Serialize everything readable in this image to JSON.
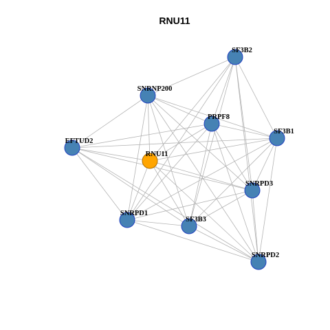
{
  "title": "RNU11",
  "colors": {
    "node_fill": "#4682B4",
    "node_stroke": "#1f3fbf",
    "focus_fill": "#FFA500",
    "focus_stroke": "#b07000",
    "edge": "#b3b3b3"
  },
  "nodes": [
    {
      "id": "SF3B2",
      "label": "SF3B2",
      "focus": false
    },
    {
      "id": "SNRNP200",
      "label": "SNRNP200",
      "focus": false
    },
    {
      "id": "PRPF8",
      "label": "PRPF8",
      "focus": false
    },
    {
      "id": "SF3B1",
      "label": "SF3B1",
      "focus": false
    },
    {
      "id": "EFTUD2",
      "label": "EFTUD2",
      "focus": false
    },
    {
      "id": "RNU11",
      "label": "RNU11",
      "focus": true
    },
    {
      "id": "SNRPD3",
      "label": "SNRPD3",
      "focus": false
    },
    {
      "id": "SNRPD1",
      "label": "SNRPD1",
      "focus": false
    },
    {
      "id": "SF3B3",
      "label": "SF3B3",
      "focus": false
    },
    {
      "id": "SNRPD2",
      "label": "SNRPD2",
      "focus": false
    }
  ],
  "edges": [
    [
      "SF3B2",
      "SNRNP200"
    ],
    [
      "SF3B2",
      "PRPF8"
    ],
    [
      "SF3B2",
      "SF3B1"
    ],
    [
      "SF3B2",
      "RNU11"
    ],
    [
      "SF3B2",
      "SNRPD3"
    ],
    [
      "SF3B2",
      "SNRPD1"
    ],
    [
      "SF3B2",
      "SF3B3"
    ],
    [
      "SF3B2",
      "SNRPD2"
    ],
    [
      "SNRNP200",
      "PRPF8"
    ],
    [
      "SNRNP200",
      "SF3B1"
    ],
    [
      "SNRNP200",
      "EFTUD2"
    ],
    [
      "SNRNP200",
      "RNU11"
    ],
    [
      "SNRNP200",
      "SNRPD3"
    ],
    [
      "SNRNP200",
      "SNRPD1"
    ],
    [
      "SNRNP200",
      "SF3B3"
    ],
    [
      "SNRNP200",
      "SNRPD2"
    ],
    [
      "PRPF8",
      "SF3B1"
    ],
    [
      "PRPF8",
      "EFTUD2"
    ],
    [
      "PRPF8",
      "RNU11"
    ],
    [
      "PRPF8",
      "SNRPD3"
    ],
    [
      "PRPF8",
      "SNRPD1"
    ],
    [
      "PRPF8",
      "SF3B3"
    ],
    [
      "PRPF8",
      "SNRPD2"
    ],
    [
      "SF3B1",
      "EFTUD2"
    ],
    [
      "SF3B1",
      "RNU11"
    ],
    [
      "SF3B1",
      "SNRPD3"
    ],
    [
      "SF3B1",
      "SNRPD1"
    ],
    [
      "SF3B1",
      "SF3B3"
    ],
    [
      "SF3B1",
      "SNRPD2"
    ],
    [
      "EFTUD2",
      "RNU11"
    ],
    [
      "EFTUD2",
      "SNRPD3"
    ],
    [
      "EFTUD2",
      "SNRPD1"
    ],
    [
      "EFTUD2",
      "SF3B3"
    ],
    [
      "EFTUD2",
      "SNRPD2"
    ],
    [
      "RNU11",
      "SNRPD3"
    ],
    [
      "RNU11",
      "SNRPD1"
    ],
    [
      "RNU11",
      "SF3B3"
    ],
    [
      "RNU11",
      "SNRPD2"
    ],
    [
      "SNRPD3",
      "SNRPD1"
    ],
    [
      "SNRPD3",
      "SF3B3"
    ],
    [
      "SNRPD3",
      "SNRPD2"
    ],
    [
      "SNRPD1",
      "SF3B3"
    ],
    [
      "SNRPD1",
      "SNRPD2"
    ],
    [
      "SF3B3",
      "SNRPD2"
    ]
  ]
}
